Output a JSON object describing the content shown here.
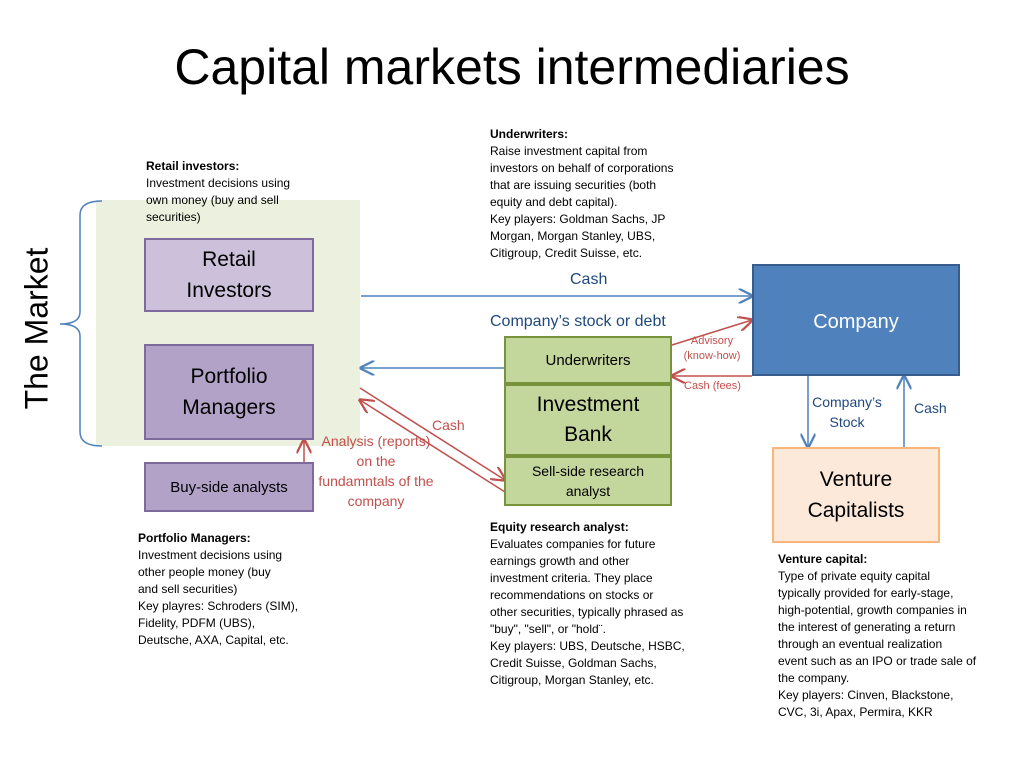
{
  "title": "Capital markets intermediaries",
  "market_label": "The Market",
  "boxes": {
    "retail": "Retail Investors",
    "portfolio": "Portfolio Managers",
    "buyside": "Buy-side analysts",
    "underwriters": "Underwriters",
    "investment_bank": "Investment Bank",
    "sellside": "Sell-side research analyst",
    "company": "Company",
    "vc": "Venture Capitalists"
  },
  "flow_labels": {
    "cash_top": "Cash",
    "stock_or_debt": "Company’s stock or debt",
    "advisory": "Advisory (know-how)",
    "cash_fees": "Cash (fees)",
    "cash_left": "Cash",
    "analysis": "Analysis (reports) on the fundamntals of the company",
    "company_stock": "Company’s Stock",
    "cash_right": "Cash"
  },
  "notes": {
    "retail": {
      "heading": "Retail investors:",
      "body": "Investment decisions using own money (buy and sell securities)"
    },
    "underwriters": {
      "heading": "Underwriters:",
      "lines": [
        "Raise investment capital from",
        "investors on behalf of corporations",
        "that are issuing securities (both",
        "equity and debt capital).",
        "Key players: Goldman Sachs, JP",
        "Morgan, Morgan Stanley, UBS,",
        "Citigroup, Credit Suisse, etc."
      ]
    },
    "portfolio": {
      "heading": "Portfolio Managers:",
      "lines": [
        "Investment decisions using",
        "other people money (buy",
        "and sell securities)",
        "Key playres:  Schroders (SIM),",
        "Fidelity, PDFM (UBS),",
        "Deutsche, AXA, Capital, etc."
      ]
    },
    "equity": {
      "heading": "Equity research analyst:",
      "lines": [
        "Evaluates companies for future",
        "earnings growth and other",
        "investment criteria. They place",
        "recommendations on stocks or",
        "other securities, typically phrased as",
        "\"buy\", \"sell\", or \"hold¨.",
        "Key players:  UBS, Deutsche, HSBC,",
        "Credit Suisse, Goldman Sachs,",
        "Citigroup, Morgan Stanley, etc."
      ]
    },
    "vc": {
      "heading": "Venture capital:",
      "lines": [
        "Type of private equity capital",
        "typically provided for early-stage,",
        "high-potential, growth companies in",
        "the interest of generating a return",
        "through an eventual realization",
        "event such as an IPO or trade sale of",
        "the company.",
        "Key players: Cinven, Blackstone,",
        "CVC, 3i, Apax, Permira, KKR"
      ]
    }
  },
  "colors": {
    "arrow_blue": "#4f81bd",
    "arrow_red": "#c0504d",
    "market_bg": "#ebf1de"
  }
}
